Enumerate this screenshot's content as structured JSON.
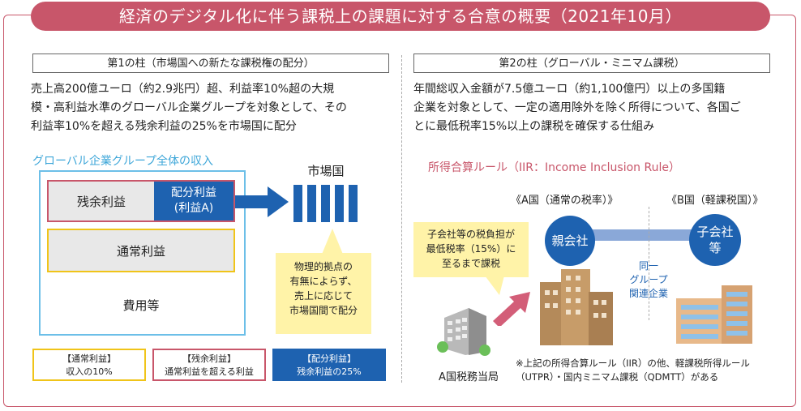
{
  "title": "経済のデジタル化に伴う課税上の課題に対する合意の概要（2021年10月）",
  "pillar1": {
    "heading": "第1の柱（市場国への新たな課税権の配分）",
    "desc_lines": [
      "売上高200億ユーロ（約2.9兆円）超、利益率10%超の大規",
      "模・高利益水準のグローバル企業グループを対象として、その",
      "利益率10%を超える残余利益の25%を市場国に配分"
    ],
    "group_label": "グローバル企業グループ全体の収入",
    "residual_profit": "残余利益",
    "allocated_profit_l1": "配分利益",
    "allocated_profit_l2": "(利益A)",
    "normal_profit": "通常利益",
    "expenses": "費用等",
    "market_label": "市場国",
    "bubble_lines": [
      "物理的拠点の",
      "有無によらず、",
      "売上に応じて",
      "市場国間で配分"
    ],
    "legend": [
      {
        "title": "【通常利益】",
        "text": "収入の10%"
      },
      {
        "title": "【残余利益】",
        "text": "通常利益を超える利益"
      },
      {
        "title": "【配分利益】",
        "text": "残余利益の25%"
      }
    ]
  },
  "pillar2": {
    "heading": "第2の柱（グローバル・ミニマム課税）",
    "desc_lines": [
      "年間総収入金額が7.5億ユーロ（約1,100億円）以上の多国籍",
      "企業を対象として、一定の適用除外を除く所得について、各国ご",
      "とに最低税率15%以上の課税を確保する仕組み"
    ],
    "rule_label": "所得合算ルール（IIR：Income Inclusion Rule）",
    "country_a": "《A国（通常の税率）》",
    "country_b": "《B国（軽課税国）》",
    "parent": "親会社",
    "subsidiary_l1": "子会社",
    "subsidiary_l2": "等",
    "group_lines": [
      "同一",
      "グループ",
      "関連企業"
    ],
    "bubble_lines": [
      "子会社等の税負担が",
      "最低税率（15%）に",
      "至るまで課税"
    ],
    "tax_office": "A国税務当局",
    "note_lines": [
      "※上記の所得合算ルール（IIR）の他、軽課税所得ルール",
      "（UTPR）・国内ミニマム課税（QDMTT）がある"
    ]
  },
  "colors": {
    "accent": "#c8566a",
    "blue": "#1e62b0",
    "light_blue": "#3fa7d9",
    "yellow": "#f0c419",
    "bubble": "#fff3a8"
  }
}
